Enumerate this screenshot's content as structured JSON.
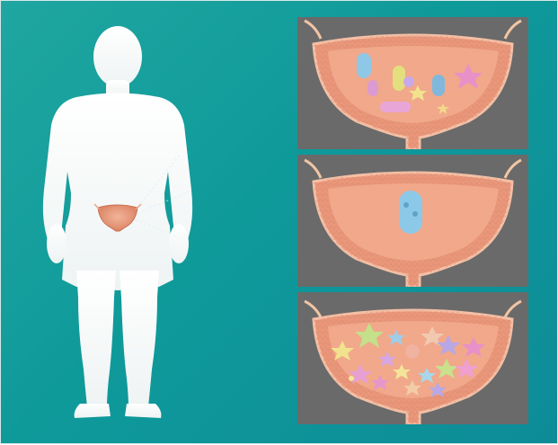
{
  "colors": {
    "background_start": "#1fa6a0",
    "background_end": "#0d8c98",
    "silhouette": "#f5f7f7",
    "bladder_wall": "#e9967a",
    "bladder_inner": "#f0a88a",
    "bladder_rim": "#f6c0a6",
    "panel_bg": "#6a6a6a"
  },
  "icons": {
    "human_figure": "human-silhouette",
    "bladder": "bladder-cross-section",
    "bacteria_rod": "rod-bacterium",
    "bacteria_star": "star-bacterium"
  }
}
